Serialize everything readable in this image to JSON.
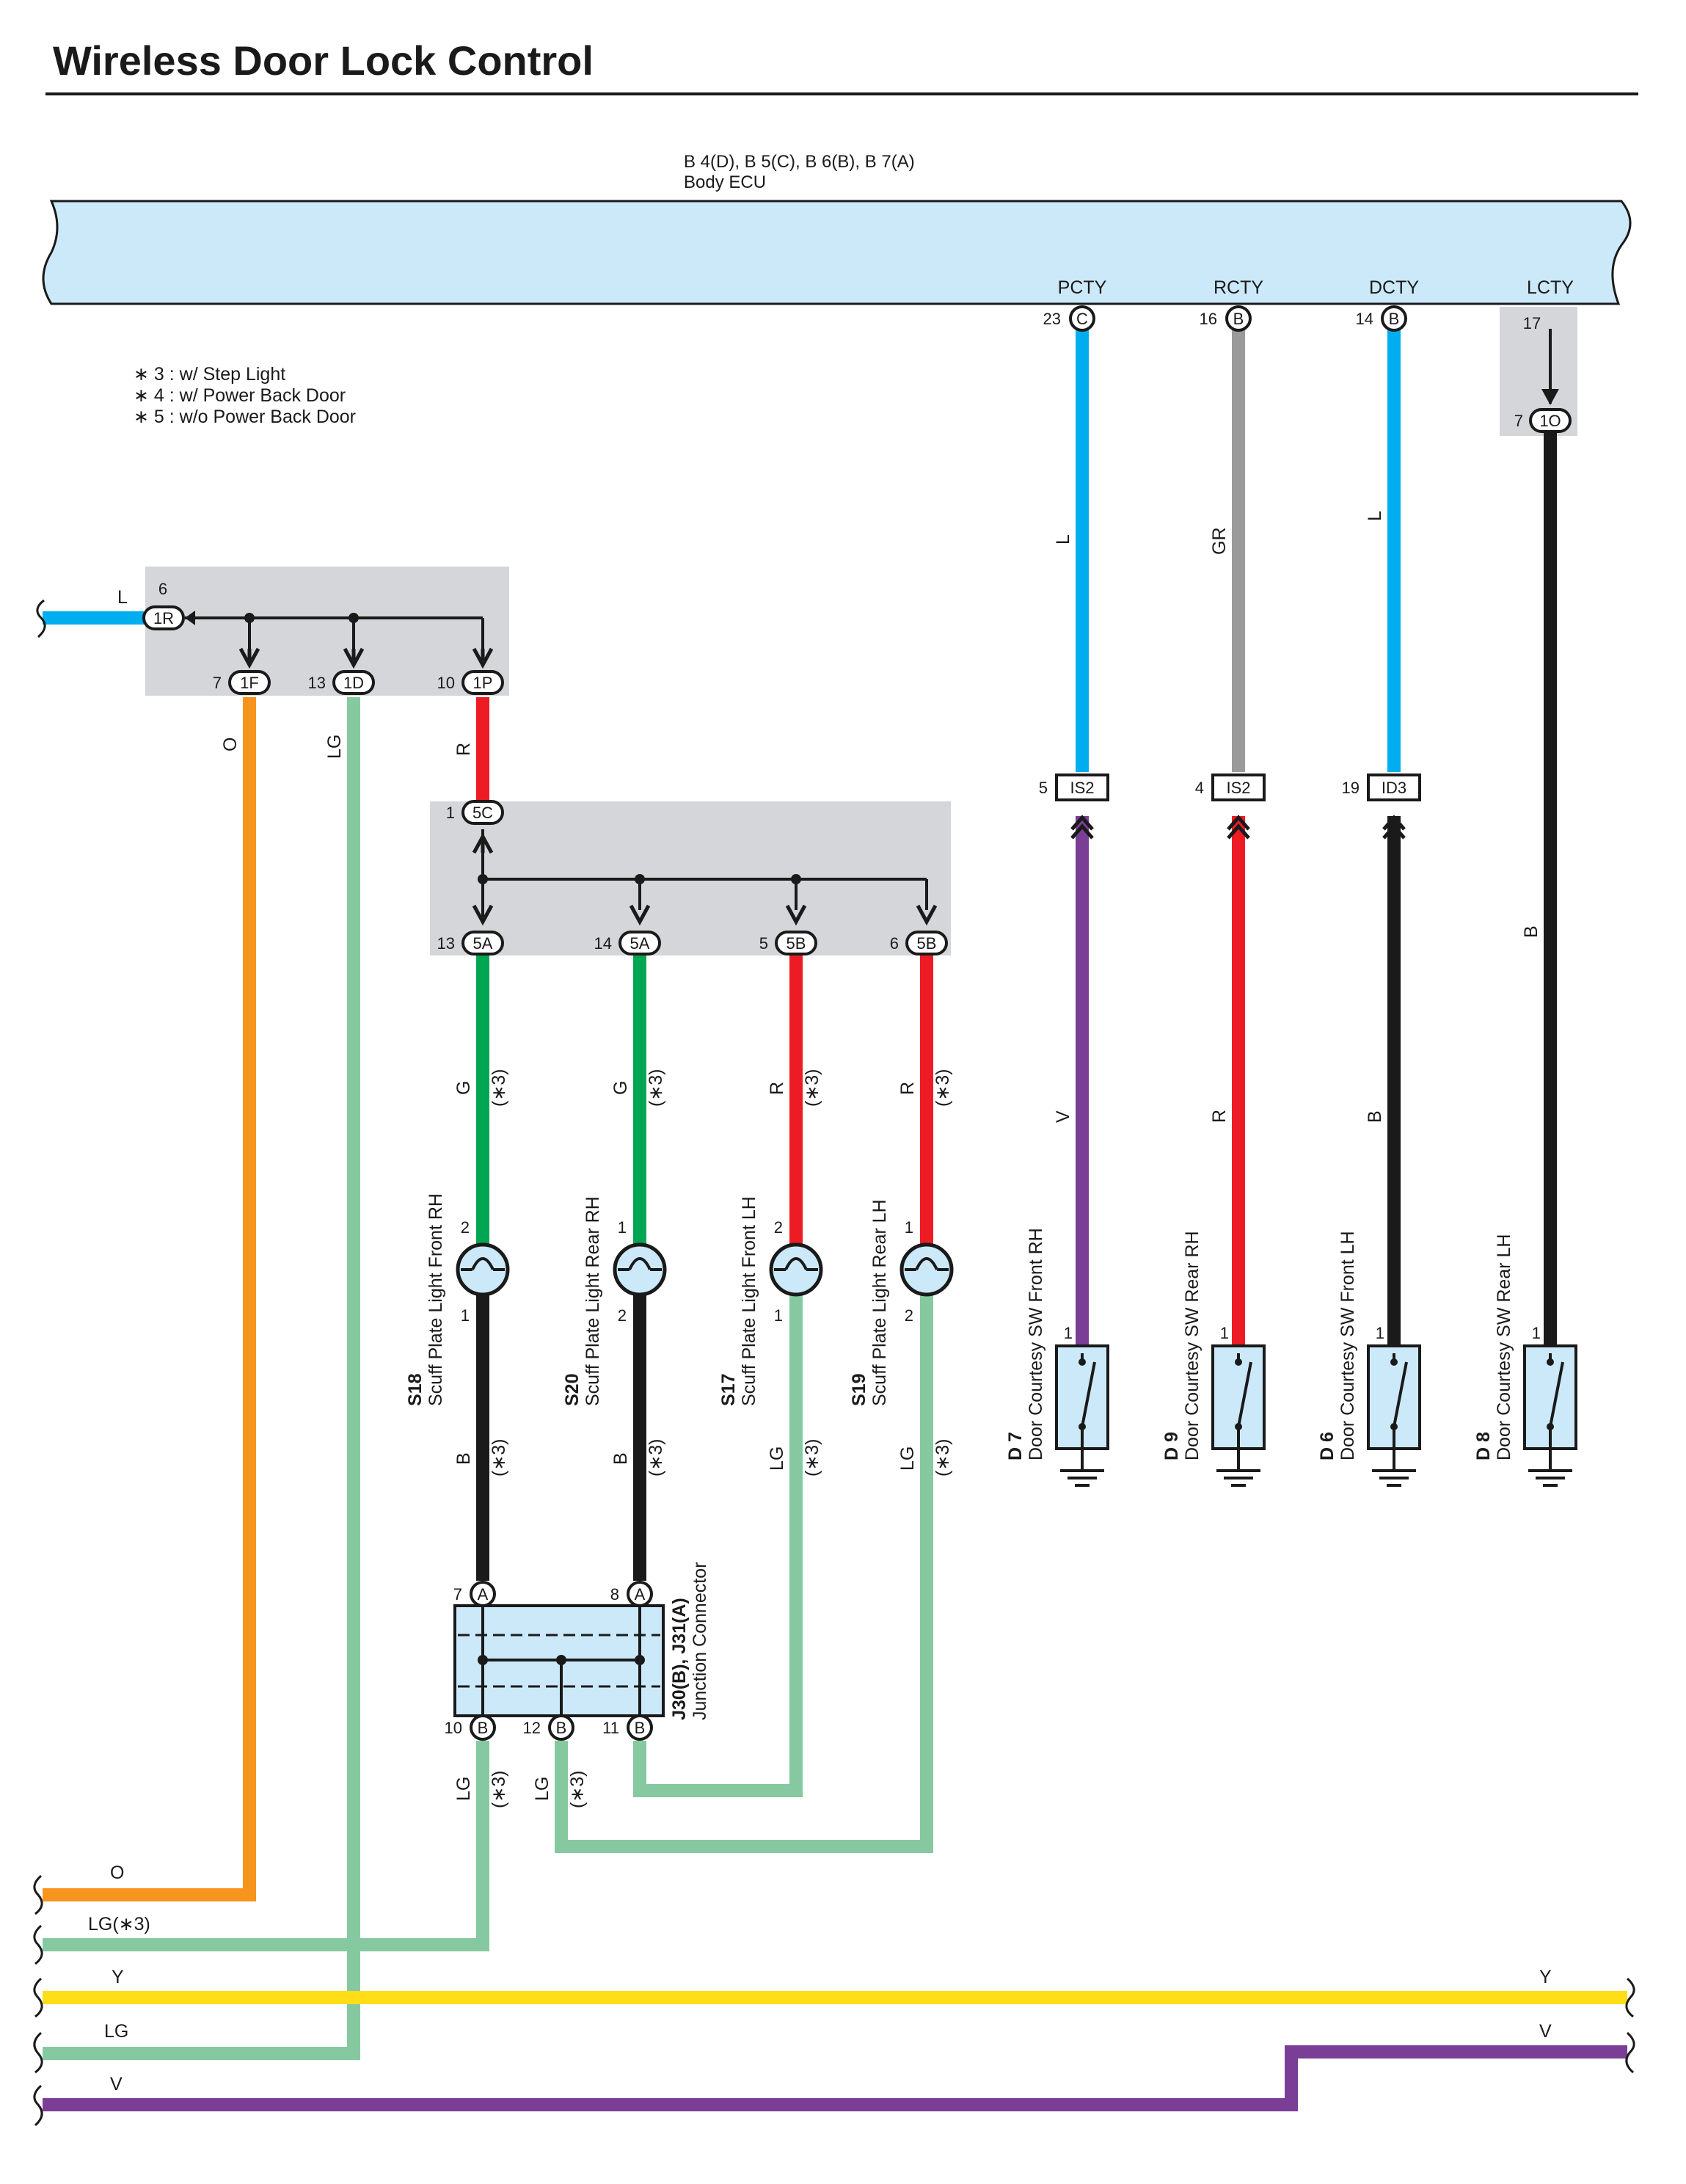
{
  "title": "Wireless Door Lock Control",
  "ecu": {
    "code": "B 4(D), B 5(C), B 6(B), B 7(A)",
    "name": "Body ECU"
  },
  "ecu_terminals": [
    {
      "name": "PCTY",
      "pin": "23",
      "conn": "C",
      "wire_color": "L"
    },
    {
      "name": "RCTY",
      "pin": "16",
      "conn": "B",
      "wire_color": "GR"
    },
    {
      "name": "DCTY",
      "pin": "14",
      "conn": "B",
      "wire_color": "L"
    },
    {
      "name": "LCTY",
      "pin": "17",
      "conn": "",
      "wire_color": "B"
    }
  ],
  "notes": [
    "∗ 3 : w/ Step Light",
    "∗ 4 : w/ Power Back Door",
    "∗ 5 : w/o Power Back Door"
  ],
  "connectors": {
    "c1O": {
      "pin": "7",
      "label": "1O"
    },
    "c1R": {
      "pin": "6",
      "label": "1R"
    },
    "c1F": {
      "pin": "7",
      "label": "1F"
    },
    "c1D": {
      "pin": "13",
      "label": "1D"
    },
    "c1P": {
      "pin": "10",
      "label": "1P"
    },
    "c5C": {
      "pin": "1",
      "label": "5C"
    },
    "c5A13": {
      "pin": "13",
      "label": "5A"
    },
    "c5A14": {
      "pin": "14",
      "label": "5A"
    },
    "c5B5": {
      "pin": "5",
      "label": "5B"
    },
    "c5B6": {
      "pin": "6",
      "label": "5B"
    },
    "is2a": {
      "pin": "5",
      "label": "IS2"
    },
    "is2b": {
      "pin": "4",
      "label": "IS2"
    },
    "id3": {
      "pin": "19",
      "label": "ID3"
    }
  },
  "wire_colors": {
    "L": "L",
    "O": "O",
    "LG": "LG",
    "R": "R",
    "G": "G",
    "B": "B",
    "V": "V",
    "GR": "GR",
    "Y": "Y",
    "star3": "(∗3)",
    "lg_star3": "LG(∗3)"
  },
  "lights": [
    {
      "code": "S18",
      "name": "Scuff Plate Light Front RH",
      "top_pin": "2",
      "bottom_pin": "1"
    },
    {
      "code": "S20",
      "name": "Scuff Plate Light Rear RH",
      "top_pin": "1",
      "bottom_pin": "2"
    },
    {
      "code": "S17",
      "name": "Scuff Plate Light Front LH",
      "top_pin": "2",
      "bottom_pin": "1"
    },
    {
      "code": "S19",
      "name": "Scuff Plate Light Rear LH",
      "top_pin": "1",
      "bottom_pin": "2"
    }
  ],
  "switches": [
    {
      "code": "D 7",
      "name": "Door Courtesy SW Front RH",
      "pin": "1"
    },
    {
      "code": "D 9",
      "name": "Door Courtesy SW Rear RH",
      "pin": "1"
    },
    {
      "code": "D 6",
      "name": "Door Courtesy SW Front LH",
      "pin": "1"
    },
    {
      "code": "D 8",
      "name": "Door Courtesy SW Rear LH",
      "pin": "1"
    }
  ],
  "junction": {
    "code": "J30(B), J31(A)",
    "name": "Junction Connector",
    "top_pins": [
      {
        "pin": "7",
        "conn": "A"
      },
      {
        "pin": "8",
        "conn": "A"
      }
    ],
    "bottom_pins": [
      {
        "pin": "10",
        "conn": "B"
      },
      {
        "pin": "12",
        "conn": "B"
      },
      {
        "pin": "11",
        "conn": "B"
      }
    ]
  },
  "colors": {
    "L": "#00aeef",
    "O": "#f7941d",
    "LG": "#86c9a1",
    "R": "#ed1c24",
    "G": "#00a651",
    "B": "#1a1a1a",
    "V": "#7a3e96",
    "GR": "#9a9a9a",
    "Y": "#ffde17",
    "ecu_fill": "#cce9f9",
    "shade": "#d4d6da"
  }
}
